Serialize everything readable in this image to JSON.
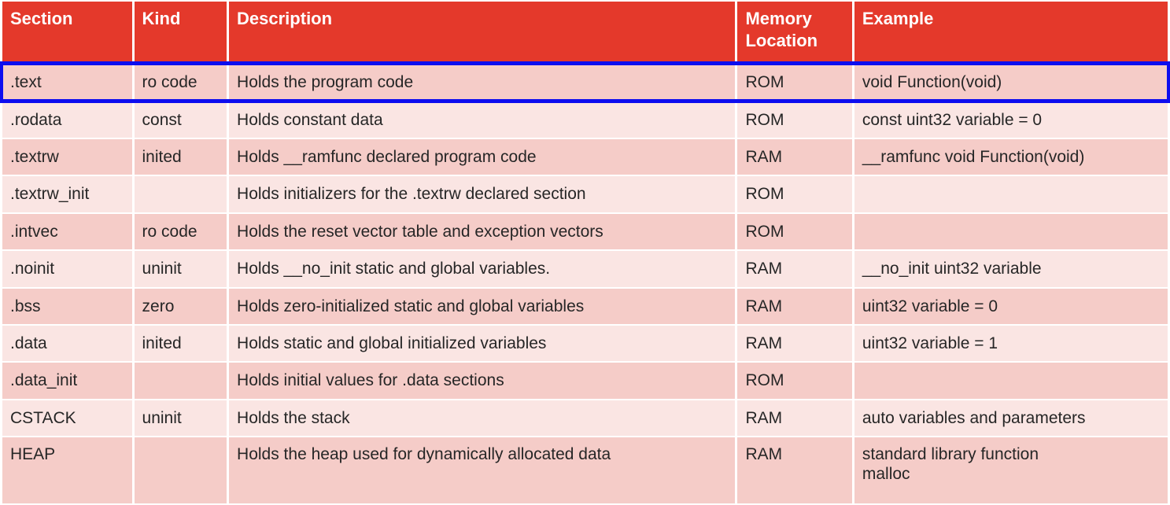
{
  "colors": {
    "header-bg": "#e4392b",
    "header-text": "#ffffff",
    "row-dark": "#f5ccc8",
    "row-light": "#fae5e3",
    "grid": "#ffffff",
    "body-text": "#262626",
    "highlight-border": "#0d0def"
  },
  "table": {
    "columns": [
      "Section",
      "Kind",
      "Description",
      "Memory Location",
      "Example"
    ],
    "rows": [
      {
        "section": ".text",
        "kind": "ro code",
        "description": "Holds the program code",
        "memory_location": "ROM",
        "example": "void Function(void)",
        "highlighted": true
      },
      {
        "section": ".rodata",
        "kind": "const",
        "description": "Holds constant data",
        "memory_location": "ROM",
        "example": "const uint32 variable = 0",
        "highlighted": false
      },
      {
        "section": ".textrw",
        "kind": "inited",
        "description": "Holds __ramfunc declared program code",
        "memory_location": "RAM",
        "example": "__ramfunc void Function(void)",
        "highlighted": false
      },
      {
        "section": ".textrw_init",
        "kind": "",
        "description": "Holds initializers for the .textrw declared section",
        "memory_location": "ROM",
        "example": "",
        "highlighted": false
      },
      {
        "section": ".intvec",
        "kind": "ro code",
        "description": "Holds the reset vector table and exception vectors",
        "memory_location": "ROM",
        "example": "",
        "highlighted": false
      },
      {
        "section": ".noinit",
        "kind": "uninit",
        "description": "Holds __no_init static and global variables.",
        "memory_location": "RAM",
        "example": "__no_init uint32 variable",
        "highlighted": false
      },
      {
        "section": ".bss",
        "kind": "zero",
        "description": "Holds zero-initialized static and global variables",
        "memory_location": "RAM",
        "example": "uint32 variable = 0",
        "highlighted": false
      },
      {
        "section": ".data",
        "kind": "inited",
        "description": "Holds static and global initialized variables",
        "memory_location": "RAM",
        "example": "uint32 variable = 1",
        "highlighted": false
      },
      {
        "section": ".data_init",
        "kind": "",
        "description": "Holds initial values for .data sections",
        "memory_location": "ROM",
        "example": "",
        "highlighted": false
      },
      {
        "section": "CSTACK",
        "kind": "uninit",
        "description": "Holds the stack",
        "memory_location": "RAM",
        "example": "auto variables and parameters",
        "highlighted": false
      },
      {
        "section": "HEAP",
        "kind": "",
        "description": "Holds the heap used for dynamically allocated data",
        "memory_location": "RAM",
        "example": "standard library function\nmalloc",
        "highlighted": false
      }
    ]
  }
}
